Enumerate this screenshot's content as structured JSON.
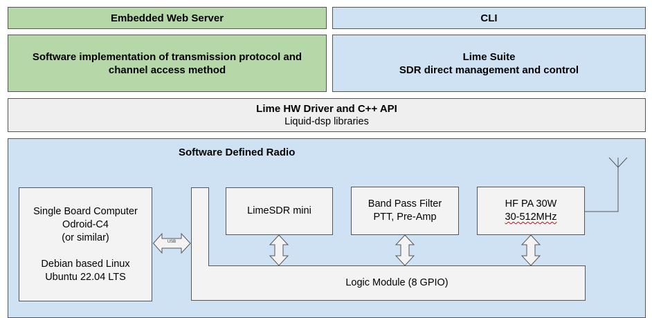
{
  "layers": {
    "web_server": "Embedded Web Server",
    "cli": "CLI",
    "software_impl": [
      "Software implementation of transmission protocol and",
      "channel access method"
    ],
    "lime_suite": [
      "Lime Suite",
      "SDR direct management and control"
    ],
    "driver": {
      "title": "Lime HW Driver and C++ API",
      "subtitle": "Liquid-dsp libraries"
    }
  },
  "sdr": {
    "title": "Software Defined Radio",
    "sbc": [
      "Single Board Computer",
      "Odroid-C4",
      "(or similar)",
      "",
      "Debian based Linux",
      "Ubuntu 22.04 LTS"
    ],
    "usb_label": "USB",
    "limesdr": "LimeSDR mini",
    "bandpass": [
      "Band Pass Filter",
      "PTT, Pre-Amp"
    ],
    "hfpa": [
      "HF PA 30W",
      "30-512MHz"
    ],
    "logic": "Logic Module (8 GPIO)"
  },
  "colors": {
    "green": "#b6d7a8",
    "blue": "#cfe2f3",
    "grey": "#efefef",
    "border": "#555555"
  }
}
